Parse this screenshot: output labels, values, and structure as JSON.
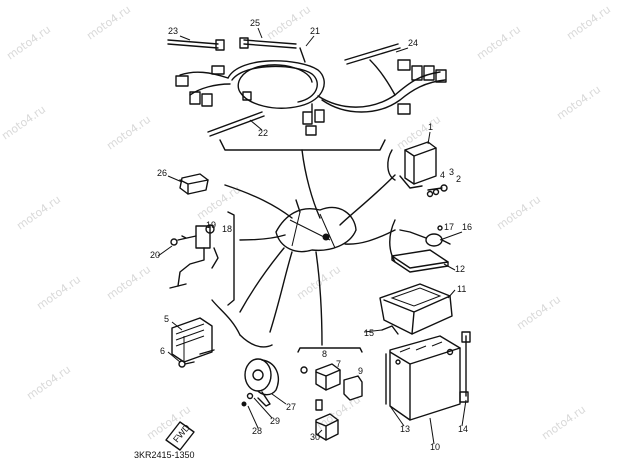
{
  "watermark": "moto4.ru",
  "part_code": "3KR2415-1350",
  "fwd_label": "FWD",
  "part_numbers": [
    "1",
    "2",
    "3",
    "4",
    "5",
    "6",
    "7",
    "8",
    "9",
    "10",
    "11",
    "12",
    "13",
    "14",
    "15",
    "16",
    "17",
    "18",
    "19",
    "20",
    "21",
    "22",
    "23",
    "24",
    "25",
    "26",
    "27",
    "28",
    "29",
    "30"
  ],
  "colors": {
    "line": "#111111",
    "background": "#ffffff",
    "watermark": "#d9d9d9"
  }
}
